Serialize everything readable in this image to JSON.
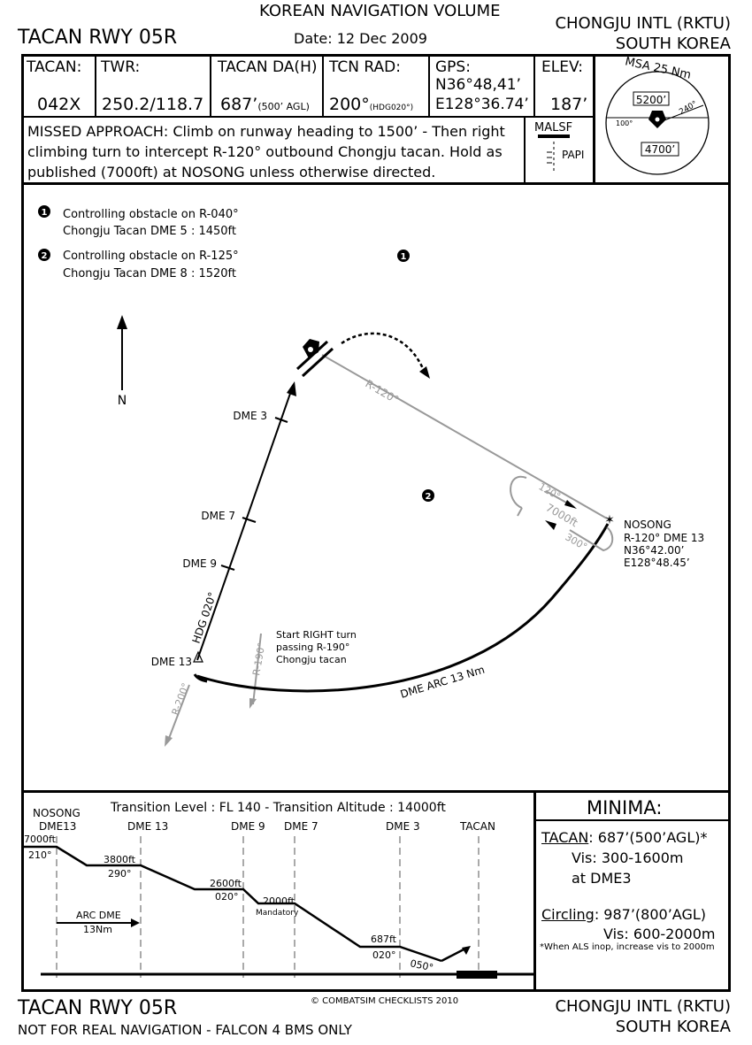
{
  "header": {
    "volume": "KOREAN NAVIGATION VOLUME",
    "procedure": "TACAN RWY 05R",
    "date": "Date: 12 Dec 2009",
    "airport": "CHONGJU INTL (RKTU)",
    "country": "SOUTH KOREA"
  },
  "info": {
    "tacan_label": "TACAN:",
    "tacan_value": "042X",
    "twr_label": "TWR:",
    "twr_value": "250.2/118.7",
    "da_label": "TACAN DA(H)",
    "da_value": "687’",
    "da_sub": "(500’ AGL)",
    "rad_label": "TCN RAD:",
    "rad_value": "200°",
    "rad_sub": "(HDG020°)",
    "gps_label": "GPS:",
    "gps_lat": "N36°48,41’",
    "gps_lon": "E128°36.74’",
    "elev_label": "ELEV:",
    "elev_value": "187’"
  },
  "msa": {
    "title": "MSA 25 Nm",
    "alt_top": "5200’",
    "alt_bottom": "4700’",
    "brg_left": "100°",
    "brg_right": "240°"
  },
  "missed": {
    "line1": "MISSED APPROACH: Climb on runway heading to 1500’ - Then right",
    "line2": "climbing turn to intercept R-120° outbound Chongju tacan. Hold as",
    "line3": "published (7000ft) at NOSONG unless otherwise directed."
  },
  "lights": {
    "malsf": "MALSF",
    "papi": "PAPI"
  },
  "plan": {
    "note1_l1": "Controlling obstacle on R-040°",
    "note1_l2": "Chongju Tacan DME 5 : 1450ft",
    "note2_l1": "Controlling obstacle on R-125°",
    "note2_l2": "Chongju Tacan DME 8 : 1520ft",
    "north": "N",
    "dme3": "DME 3",
    "dme7": "DME 7",
    "dme9": "DME 9",
    "dme13": "DME 13",
    "hdg": "HDG 020°",
    "r200": "R-200°",
    "r190": "R-190°",
    "r120": "R-120°",
    "turn_l1": "Start RIGHT turn",
    "turn_l2": "passing R-190°",
    "turn_l3": "Chongju tacan",
    "arc": "DME ARC 13 Nm",
    "hold_in": "120°",
    "hold_alt": "7000ft",
    "hold_out": "300°",
    "fix_name": "NOSONG",
    "fix_rad": "R-120° DME 13",
    "fix_lat": "N36°42.00’",
    "fix_lon": "E128°48.45’"
  },
  "profile": {
    "transition": "Transition Level : FL 140  -  Transition Altitude : 14000ft",
    "nosong": "NOSONG",
    "dme13a": "DME13",
    "dme13b": "DME 13",
    "dme9": "DME 9",
    "dme7": "DME 7",
    "dme3": "DME 3",
    "tacan": "TACAN",
    "alt7000": "7000ft",
    "hdg210": "210°",
    "alt3800": "3800ft",
    "hdg290": "290°",
    "alt2600": "2600ft",
    "hdg020a": "020°",
    "alt2000": "2000ft",
    "mandatory": "Mandatory",
    "alt687": "687ft",
    "hdg020b": "020°",
    "hdg050": "050°",
    "arc_l1": "ARC DME",
    "arc_l2": "13Nm"
  },
  "minima": {
    "title": "MINIMA:",
    "tacan_label": "TACAN",
    "tacan_val": ": 687’(500’AGL)*",
    "tacan_vis": "Vis: 300-1600m",
    "tacan_at": "at DME3",
    "circ_label": "Circling",
    "circ_val": ": 987’(800’AGL)",
    "circ_vis": "Vis: 600-2000m",
    "note": "*When ALS inop, increase vis to 2000m"
  },
  "footer": {
    "procedure": "TACAN RWY 05R",
    "disclaimer": "NOT FOR REAL NAVIGATION - FALCON 4 BMS ONLY",
    "copyright": "© COMBATSIM CHECKLISTS 2010",
    "airport": "CHONGJU INTL (RKTU)",
    "country": "SOUTH KOREA"
  }
}
